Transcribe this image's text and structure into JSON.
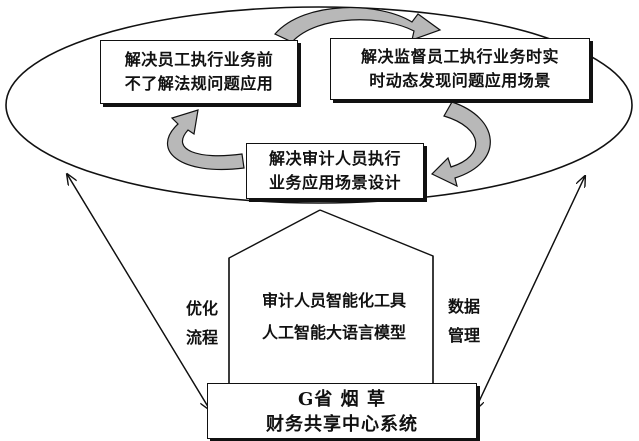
{
  "boxes": {
    "top_left": [
      "解决员工执行业务前",
      "不了解法规问题应用"
    ],
    "top_right": [
      "解决监督员工执行业务时实",
      "时动态发现问题应用场景"
    ],
    "middle": [
      "解决审计人员执行",
      "业务应用场景设计"
    ],
    "bottom": [
      "G省 烟 草",
      "财务共享中心系统"
    ]
  },
  "labels": {
    "left": [
      "优化",
      "流程"
    ],
    "right": [
      "数据",
      "管理"
    ],
    "center": [
      "审计人员智能化工具",
      "人工智能大语言模型"
    ]
  },
  "colors": {
    "arrow_fill": "#b8b8b8",
    "line": "#111111",
    "background": "#ffffff"
  }
}
